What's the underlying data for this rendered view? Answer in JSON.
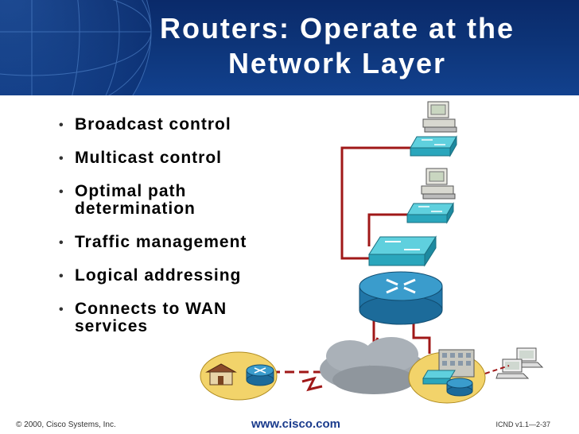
{
  "slide": {
    "title_line1": "Routers: Operate at the",
    "title_line2": "Network Layer",
    "bullets": [
      {
        "line1": "Broadcast control",
        "line2": ""
      },
      {
        "line1": "Multicast control",
        "line2": ""
      },
      {
        "line1": "Optimal path",
        "line2": "determination"
      },
      {
        "line1": "Traffic management",
        "line2": ""
      },
      {
        "line1": "Logical addressing",
        "line2": ""
      },
      {
        "line1": "Connects to WAN",
        "line2": "services"
      }
    ]
  },
  "footer": {
    "copyright": "© 2000, Cisco Systems, Inc.",
    "url": "www.cisco.com",
    "slide_code": "ICND v1.1—2-37"
  },
  "colors": {
    "header_blue": "#0d3478",
    "link_red": "#a01818",
    "device_cyan": "#44c6d8",
    "router_blue": "#2e88b6",
    "cloud_gray": "#9fa6ad",
    "site_yellow": "#f2d36a"
  },
  "icons": [
    "globe-graphic",
    "workstation-icon",
    "switch-icon",
    "router-icon",
    "wan-cloud-icon",
    "house-icon",
    "building-icon",
    "laptop-icon",
    "bullet-dot-icon"
  ]
}
